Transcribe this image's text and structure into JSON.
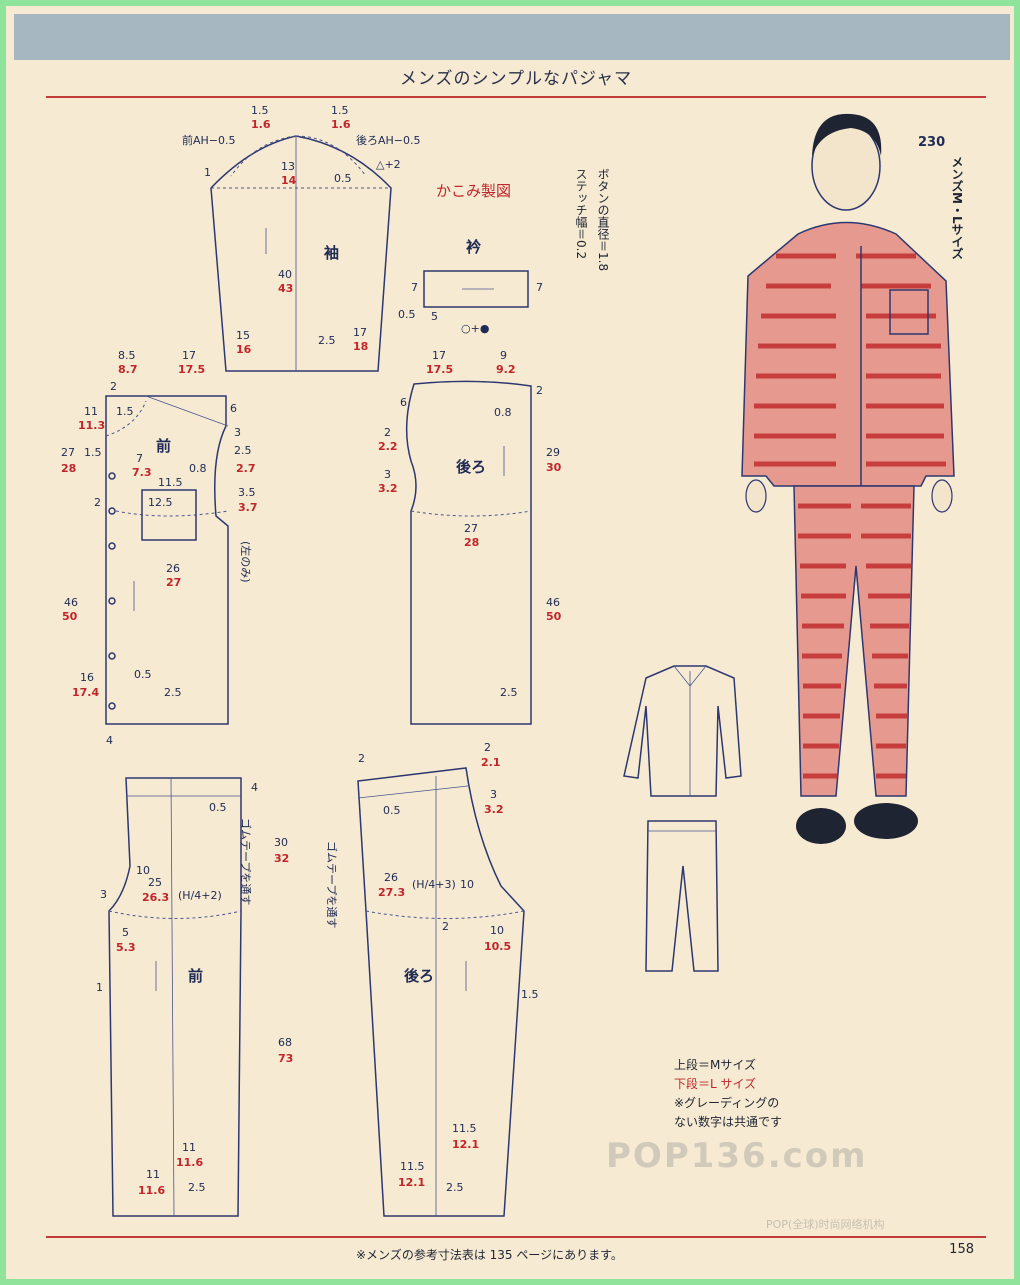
{
  "header": {
    "title": "メンズのシンプルなパジャマ",
    "pattern_label": "かこみ製図"
  },
  "model": {
    "number": "230",
    "size_label": "メンズM・Lサイズ"
  },
  "notes": {
    "button": "ボタンの直径＝1.8",
    "stitch": "ステッチ幅＝0.2"
  },
  "pieces": {
    "sleeve": "袖",
    "collar": "衿",
    "front": "前",
    "back": "後ろ",
    "pants_front": "前",
    "pants_back": "後ろ",
    "left_only": "(左のみ)",
    "elastic1": "ゴムテープを通す",
    "elastic2": "ゴムテープを通す"
  },
  "labels": {
    "front_ah": "前AH−0.5",
    "back_ah": "後ろAH−0.5",
    "tri": "△+2",
    "s1": "1.5",
    "s1r": "1.6",
    "s2": "1.5",
    "s2r": "1.6",
    "s13": "13",
    "s14": "14",
    "s05": "0.5",
    "s1b": "1",
    "s40": "40",
    "s43": "43",
    "s15": "15",
    "s16": "16",
    "s25": "2.5",
    "s17": "17",
    "s18": "18",
    "c7a": "7",
    "c7b": "7",
    "c05": "0.5",
    "c5": "5",
    "c_sym": "○+●",
    "f85": "8.5",
    "f87": "8.7",
    "f17": "17",
    "f175": "17.5",
    "f2": "2",
    "f11": "11",
    "f113": "11.3",
    "f15a": "1.5",
    "f27": "27",
    "f28": "28",
    "f15b": "1.5",
    "f6": "6",
    "f3": "3",
    "f25": "2.5",
    "f27r": "2.7",
    "f7": "7",
    "f73": "7.3",
    "f115": "11.5",
    "f08": "0.8",
    "f35": "3.5",
    "f37": "3.7",
    "f2b": "2",
    "f125": "12.5",
    "f26": "26",
    "f27b": "27",
    "f46": "46",
    "f50": "50",
    "f16": "16",
    "f174": "17.4",
    "f05": "0.5",
    "f25b": "2.5",
    "f4": "4",
    "b17": "17",
    "b175": "17.5",
    "b9": "9",
    "b92": "9.2",
    "b2": "2",
    "b6": "6",
    "b08": "0.8",
    "b2a": "2",
    "b22": "2.2",
    "b3": "3",
    "b32": "3.2",
    "b29": "29",
    "b30": "30",
    "b27": "27",
    "b28": "28",
    "b46": "46",
    "b50": "50",
    "b25": "2.5",
    "p4": "4",
    "p05": "0.5",
    "p30": "30",
    "p32": "32",
    "p10": "10",
    "p25": "25",
    "p263": "26.3",
    "p3": "3",
    "p5": "5",
    "p53": "5.3",
    "p1": "1",
    "p68": "68",
    "p73": "73",
    "p11": "11",
    "p116": "11.6",
    "p11b": "11",
    "p116b": "11.6",
    "p25b": "2.5",
    "p_h": "(H/4+2)",
    "q2": "2",
    "q2b": "2",
    "q21": "2.1",
    "q3": "3",
    "q32": "3.2",
    "q05": "0.5",
    "q26": "26",
    "q273": "27.3",
    "q_h": "(H/4+3)",
    "q10": "10",
    "q10b": "10",
    "q105": "10.5",
    "q2c": "2",
    "q15": "1.5",
    "q115": "11.5",
    "q121": "12.1",
    "q115b": "11.5",
    "q121b": "12.1",
    "q25": "2.5"
  },
  "legend": {
    "upper": "上段＝Mサイズ",
    "lower": "下段＝L サイズ",
    "note1": "※グレーディングの",
    "note2": "ない数字は共通です"
  },
  "footer": {
    "note": "※メンズの参考寸法表は 135 ページにあります。",
    "page": "158"
  },
  "watermark": {
    "text": "POP136.com",
    "sub": "POP(全球)时尚网络机构"
  },
  "colors": {
    "background": "#f6ead2",
    "border": "#8fe39a",
    "red": "#c0262b",
    "line": "#2d3770",
    "bar": "#a7b7c2"
  }
}
